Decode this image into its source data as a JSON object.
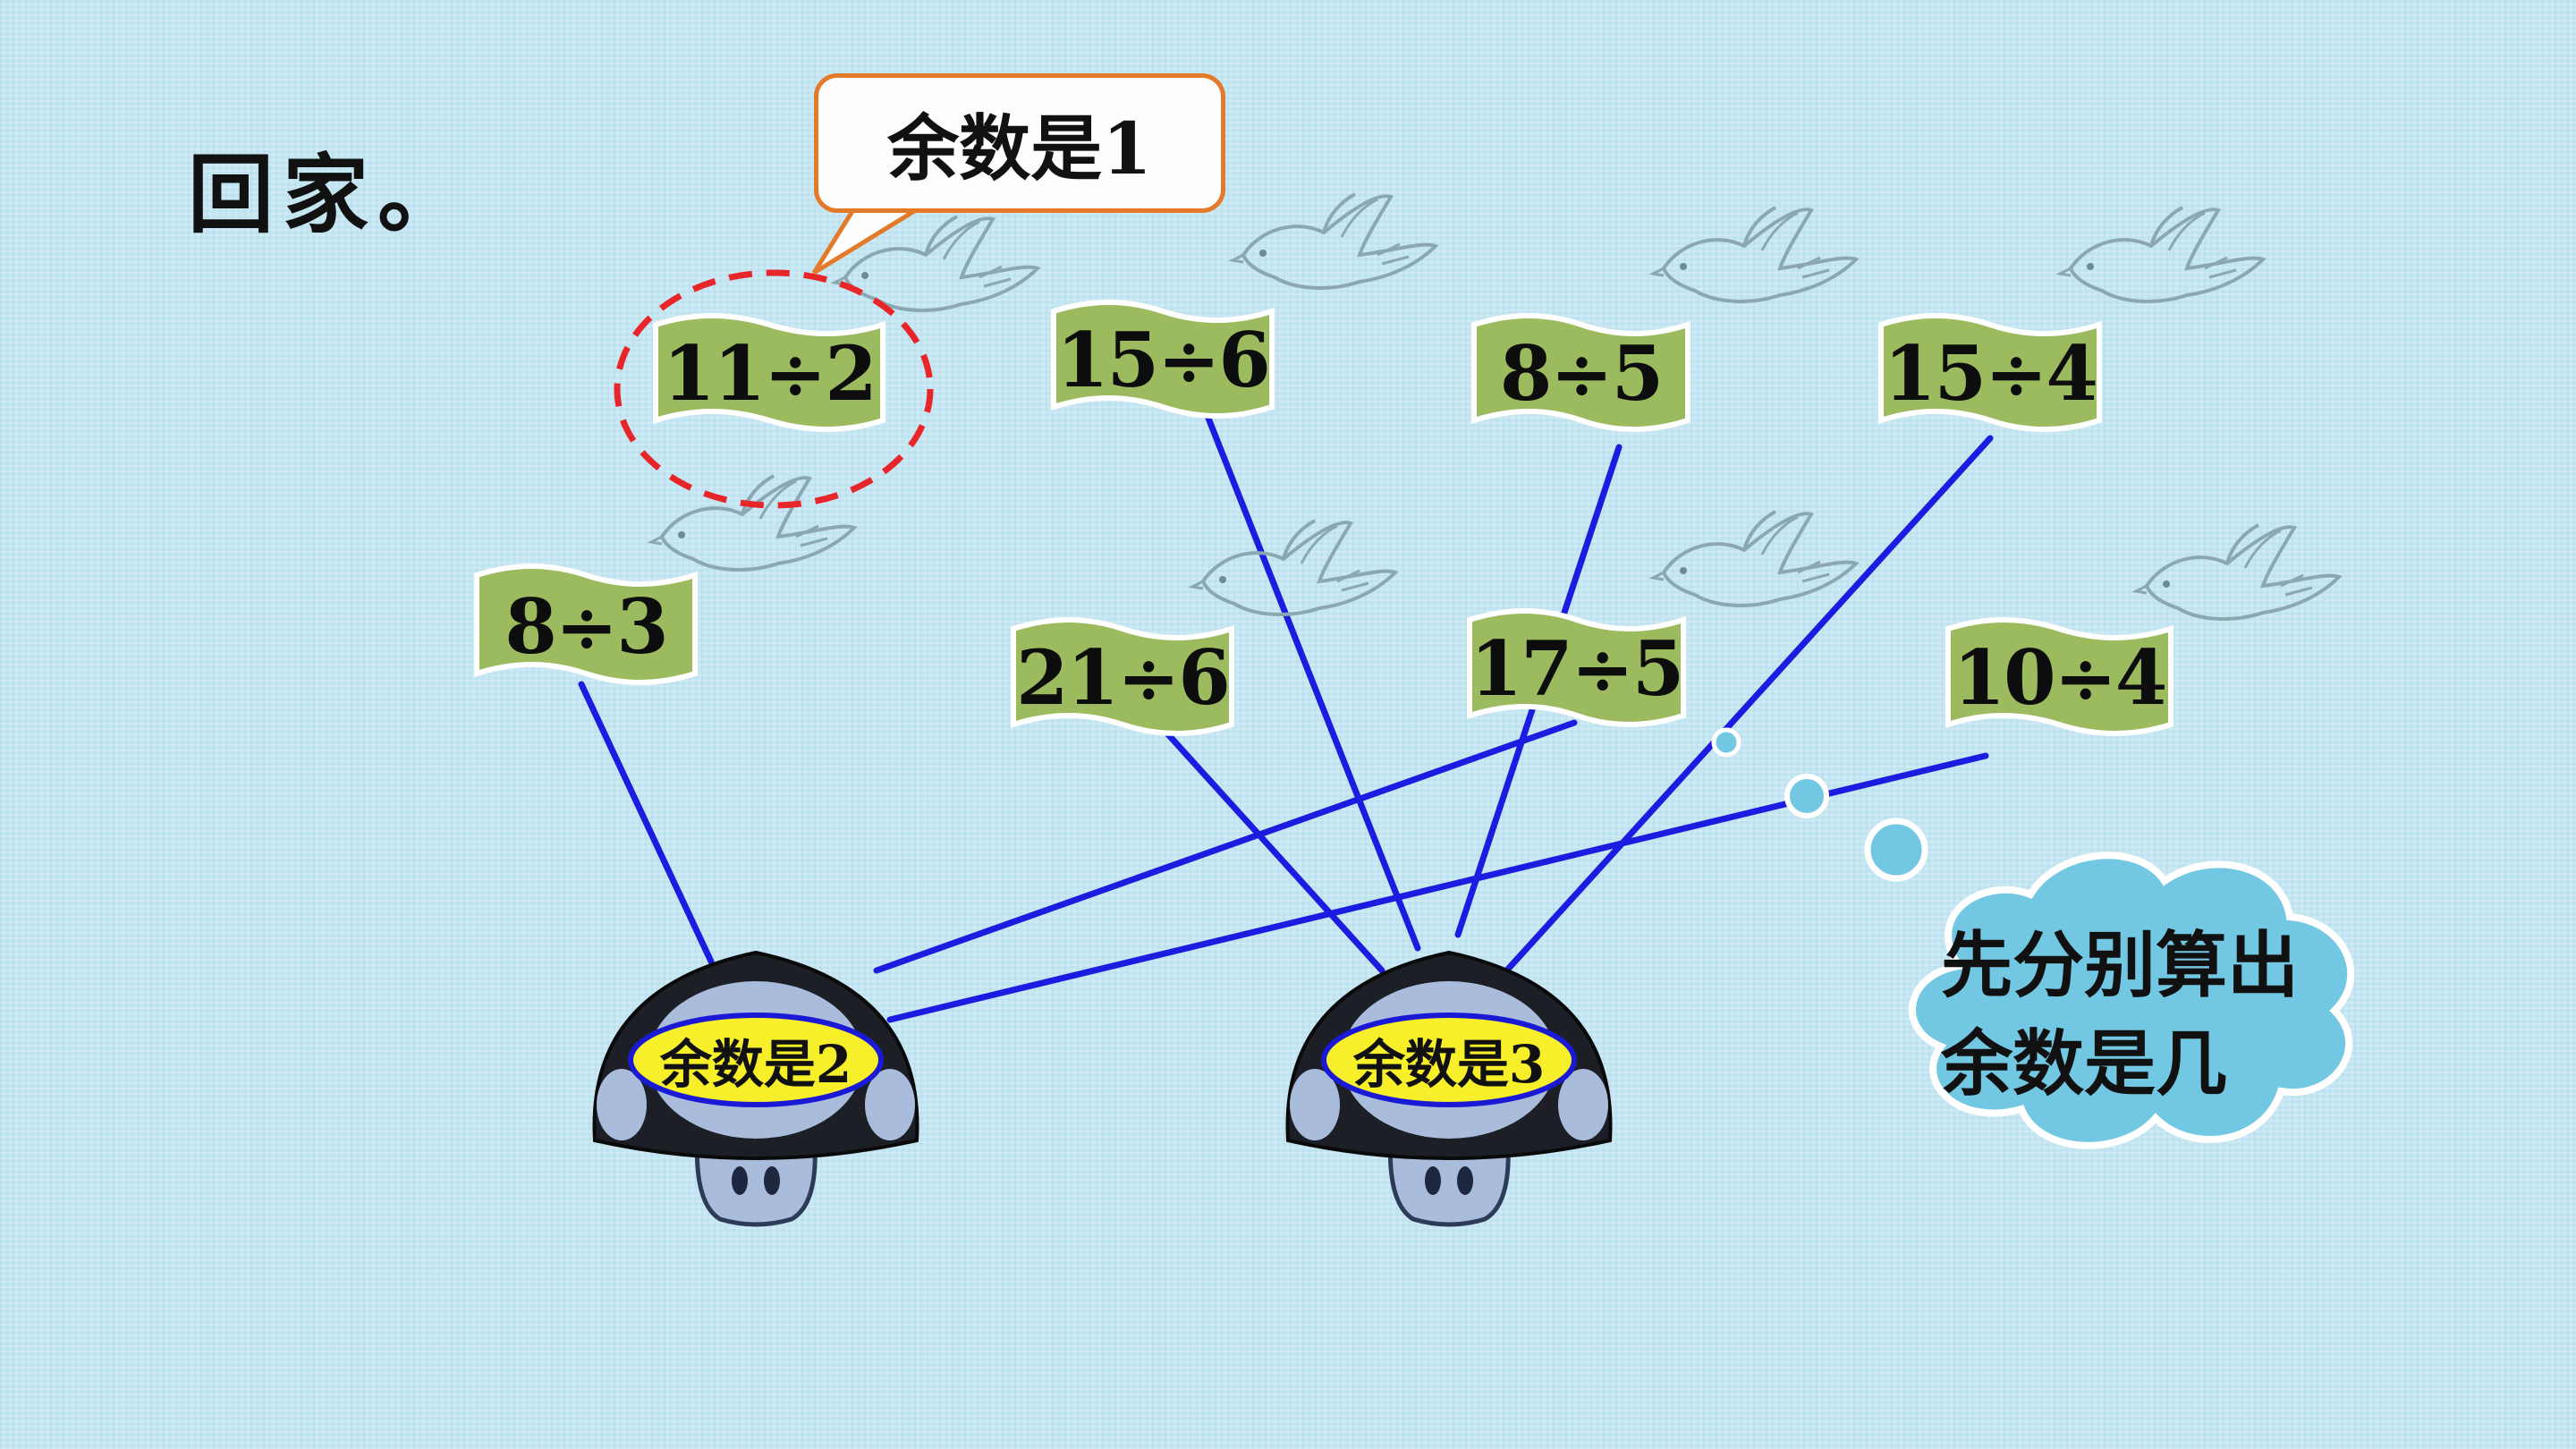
{
  "title": "回家。",
  "callout": "余数是1",
  "cards": [
    {
      "id": "11div2",
      "text": "11÷2"
    },
    {
      "id": "15div6",
      "text": "15÷6"
    },
    {
      "id": "8div5",
      "text": "8÷5"
    },
    {
      "id": "15div4",
      "text": "15÷4"
    },
    {
      "id": "8div3",
      "text": "8÷3"
    },
    {
      "id": "21div6",
      "text": "21÷6"
    },
    {
      "id": "17div5",
      "text": "17÷5"
    },
    {
      "id": "10div4",
      "text": "10÷4"
    }
  ],
  "homes": [
    {
      "id": "rem2",
      "label": "余数是2"
    },
    {
      "id": "rem3",
      "label": "余数是3"
    }
  ],
  "hint": {
    "line1": "先分别算出",
    "line2": "余数是几"
  },
  "colors": {
    "card_fill": "#9cbb5f",
    "line": "#1c1ce0",
    "callout_border": "#e27a2a",
    "label_fill": "#f6ef2a",
    "label_border": "#1a1ad6",
    "thought_fill": "#72c8e2",
    "dashed_circle": "#e8262a"
  },
  "icons": [
    "dove-icon",
    "mushroom-icon",
    "thought-cloud-icon"
  ]
}
